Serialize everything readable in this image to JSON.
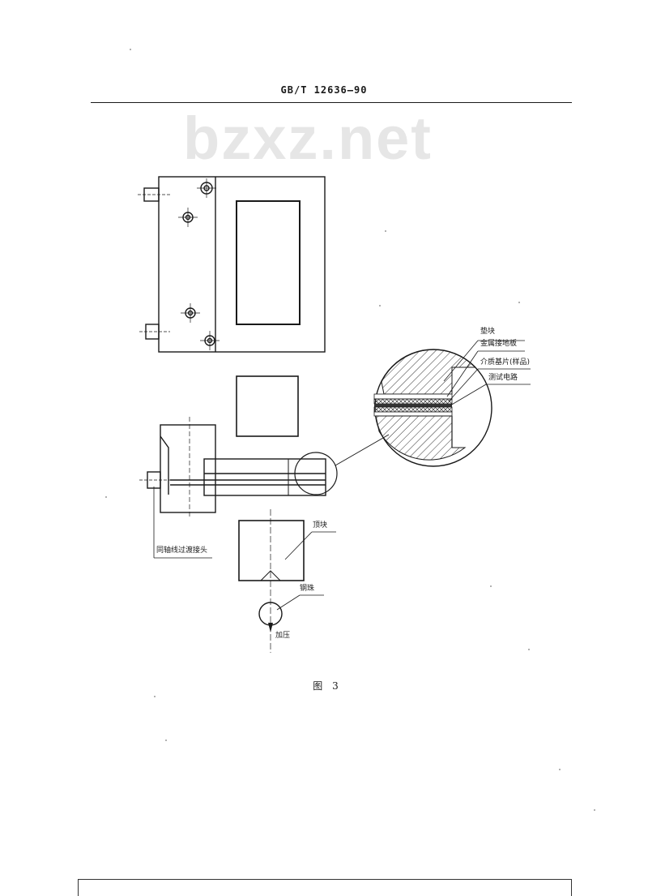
{
  "document": {
    "header": "GB/T 12636—90",
    "watermark": "bzxz.net",
    "figure_caption": "图 3"
  },
  "figure": {
    "labels": {
      "pad_block": "垫块",
      "metal_ground_plate": "金属接地板",
      "dielectric_substrate": "介质基片(样品)",
      "test_circuit": "测试电路",
      "coax_adapter": "同轴线过渡接头",
      "top_block": "顶块",
      "steel_ball": "钢珠",
      "pressure": "加压"
    }
  }
}
